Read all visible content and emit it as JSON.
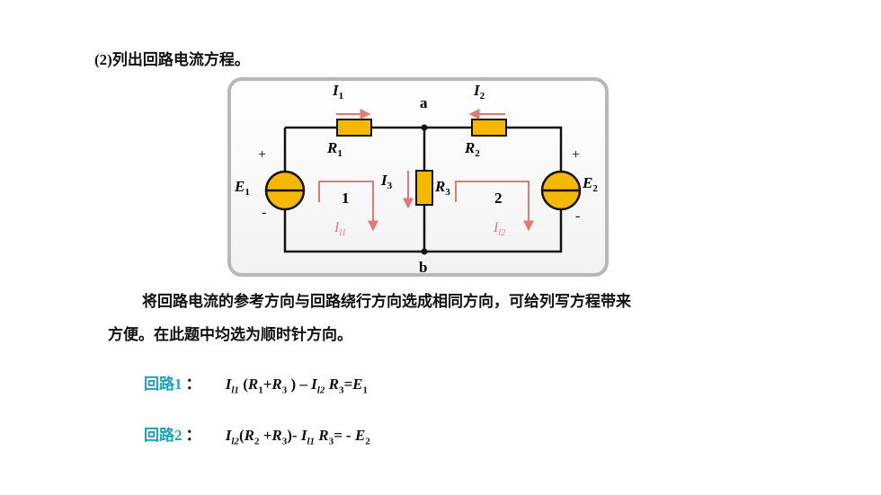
{
  "heading": "(2)列出回路电流方程。",
  "circuit": {
    "I1_letter": "I",
    "I1_sub": "1",
    "I2_letter": "I",
    "I2_sub": "2",
    "I3_letter": "I",
    "I3_sub": "3",
    "R1_letter": "R",
    "R1_sub": "1",
    "R2_letter": "R",
    "R2_sub": "2",
    "R3_letter": "R",
    "R3_sub": "3",
    "E1_letter": "E",
    "E1_sub": "1",
    "E2_letter": "E",
    "E2_sub": "2",
    "node_a": "a",
    "node_b": "b",
    "plus": "+",
    "minus": "-",
    "loop1_number": "1",
    "loop2_number": "2",
    "Il1_letter": "I",
    "Il1_sub": "l1",
    "Il2_letter": "I",
    "Il2_sub": "l2",
    "colors": {
      "wire": "#111111",
      "resistor_fill": "#f5b800",
      "source_fill": "#f5b800",
      "arrow": "#e07a74",
      "frame_border": "#b8b8b8",
      "loop_label": "#1fa3b8"
    }
  },
  "paragraph_line1": "将回路电流的参考方向与回路绕行方向选成相同方向，可给列写方程带来",
  "paragraph_line2": "方便。在此题中均选为顺时针方向。",
  "loop1": {
    "label": "回路1",
    "colon": "：",
    "eq": {
      "a": "I",
      "a_sub": "l1",
      "b": " (",
      "c": "R",
      "c_sub": "1",
      "d": "+",
      "e": "R",
      "e_sub": "3",
      "f": " ) – ",
      "g": "I",
      "g_sub": "l2",
      "h": " R",
      "h_sub": "3",
      "i": "=E",
      "i_sub": "1"
    }
  },
  "loop2": {
    "label": "回路2",
    "colon": "：",
    "eq": {
      "a": "I",
      "a_sub": "l2",
      "b": "(",
      "c": "R",
      "c_sub": "2",
      "d": " +",
      "e": "R",
      "e_sub": "3",
      "f": ")- ",
      "g": "I",
      "g_sub": "l1",
      "h": " R",
      "h_sub": "3",
      "i": "= - E",
      "i_sub": "2"
    }
  }
}
